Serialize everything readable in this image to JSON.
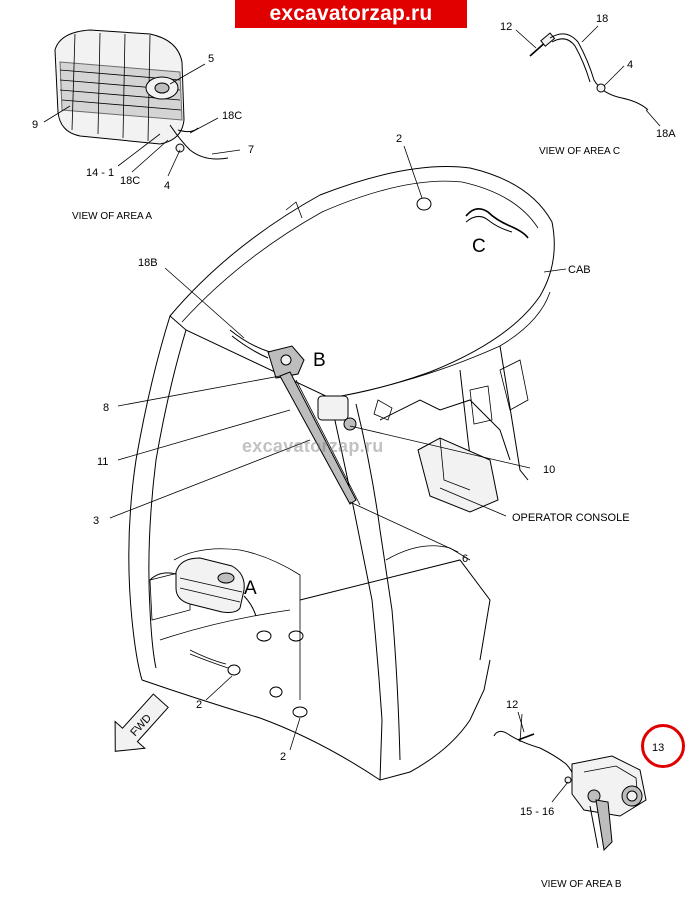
{
  "banner": {
    "text": "excavatorzap.ru",
    "color": "#e00000"
  },
  "watermark": {
    "text": "excavatorzap.ru"
  },
  "callouts": {
    "c5": "5",
    "c9": "9",
    "c18c_a": "18C",
    "c7": "7",
    "c14_1": "14 - 1",
    "c18c_b": "18C",
    "c4_a": "4",
    "c12_c": "12",
    "c18": "18",
    "c4_c": "4",
    "c18a": "18A",
    "c2_top": "2",
    "c18b": "18B",
    "c8": "8",
    "c11": "11",
    "c3": "3",
    "c10": "10",
    "c6": "6",
    "c2_left": "2",
    "c2_bottom": "2",
    "c12_b": "12",
    "c13": "13",
    "c15_16": "15 - 16"
  },
  "area_letters": {
    "a": "A",
    "b": "B",
    "c": "C"
  },
  "labels": {
    "cab": "CAB",
    "operator_console": "OPERATOR CONSOLE",
    "fwd": "FWD"
  },
  "captions": {
    "view_a": "VIEW OF AREA A",
    "view_b": "VIEW OF AREA B",
    "view_c": "VIEW OF AREA C"
  },
  "highlight_color": "#e00000"
}
